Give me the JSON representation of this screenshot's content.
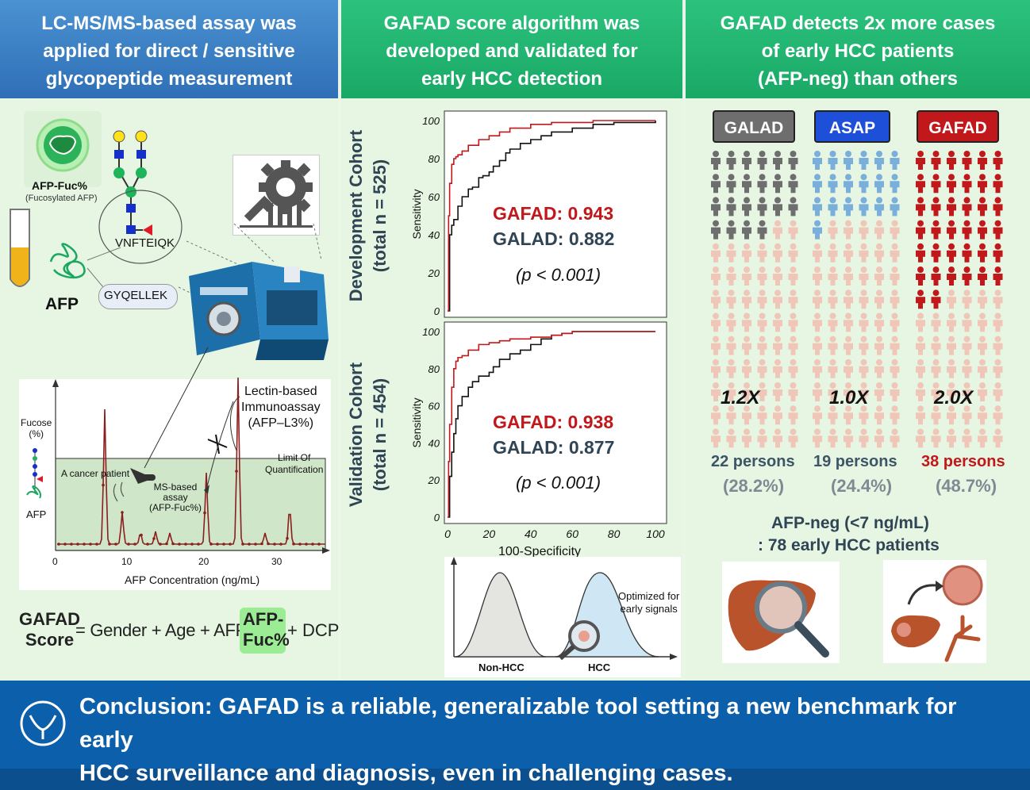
{
  "headers": {
    "panel1": [
      "LC-MS/MS-based assay was",
      "applied for direct / sensitive",
      "glycopeptide measurement"
    ],
    "panel2": [
      "GAFAD score algorithm was",
      "developed and validated for",
      "early HCC detection"
    ],
    "panel3": [
      "GAFAD detects 2x more cases",
      "of early HCC patients",
      "(AFP-neg) than others"
    ]
  },
  "panel1": {
    "afp_fuc_label": "AFP-Fuc%",
    "afp_fuc_sub": "(Fucosylated AFP)",
    "peptide1": "VNFTEIQK",
    "peptide2": "GYQELLEK",
    "afp_label": "AFP",
    "spectrum": {
      "fucose_label": [
        "Fucose",
        "(%)"
      ],
      "afp_small_label": "AFP",
      "lectin_label": [
        "Lectin-based",
        "Immunoassay",
        "(AFP–L3%)"
      ],
      "loq_label": [
        "Limit Of",
        "Quantification"
      ],
      "cancer_label": "A cancer patient",
      "ms_label": [
        "MS-based",
        "assay",
        "(AFP-Fuc%)"
      ],
      "xlabel": "AFP Concentration (ng/mL)",
      "x_ticks": [
        "0",
        "10",
        "20",
        "30"
      ]
    },
    "formula": {
      "lhs": [
        "GAFAD",
        "Score"
      ],
      "rhs_a": "= Gender + Age + AFP +",
      "highlight": [
        "AFP-",
        "Fuc%"
      ],
      "rhs_b": "+ DCP"
    }
  },
  "panel2": {
    "dev_cohort": [
      "Development Cohort",
      "(total n = 525)"
    ],
    "val_cohort": [
      "Validation Cohort",
      "(total n = 454)"
    ],
    "dev_stats": {
      "gafad": "GAFAD: 0.943",
      "galad": "GALAD: 0.882",
      "p": "(p < 0.001)"
    },
    "val_stats": {
      "gafad": "GAFAD: 0.938",
      "galad": "GALAD: 0.877",
      "p": "(p < 0.001)"
    },
    "ylabel": "Sensitivity",
    "xlabel": "100-Specificity",
    "y_ticks": [
      "0",
      "20",
      "40",
      "60",
      "80",
      "100"
    ],
    "x_ticks": [
      "0",
      "20",
      "40",
      "60",
      "80",
      "100"
    ],
    "dist_labels": {
      "non_hcc": "Non-HCC",
      "hcc": "HCC",
      "note": [
        "Optimized for",
        "early signals"
      ]
    }
  },
  "panel3": {
    "groups": [
      {
        "name": "GALAD",
        "mult": "1.2X",
        "count": "22 persons",
        "pct": "(28.2%)",
        "detected": 22
      },
      {
        "name": "ASAP",
        "mult": "1.0X",
        "count": "19 persons",
        "pct": "(24.4%)",
        "detected": 19
      },
      {
        "name": "GAFAD",
        "mult": "2.0X",
        "count": "38 persons",
        "pct": "(48.7%)",
        "detected": 38
      }
    ],
    "afp_neg": [
      "AFP-neg (<7 ng/mL)",
      ": 78 early HCC  patients"
    ]
  },
  "conclusion": [
    "Conclusion: GAFAD is a reliable, generalizable tool setting a new benchmark for early",
    "HCC surveillance and diagnosis, even in challenging cases."
  ],
  "colors": {
    "gafad_red": "#c0181b",
    "galad_gray": "#6e6e6e",
    "asap_blue": "#1e4fd8",
    "person_pale": "#efc6b8",
    "header_blue": "#3a80c6",
    "header_green": "#22b572",
    "footer_blue": "#0c5faa"
  },
  "chart_data": [
    {
      "type": "line",
      "title": "",
      "xlabel": "100-Specificity",
      "ylabel": "Sensitivity",
      "xlim": [
        0,
        100
      ],
      "ylim": [
        0,
        100
      ],
      "series": [
        {
          "name": "GAFAD: 0.943",
          "x": [
            0,
            0.5,
            1,
            2,
            3,
            4,
            5,
            7,
            10,
            15,
            20,
            25,
            30,
            40,
            50,
            60,
            70,
            80,
            100
          ],
          "y": [
            0,
            50,
            67,
            77,
            80,
            81,
            82,
            84,
            87,
            90,
            92,
            94,
            96,
            98,
            99,
            99,
            100,
            100,
            100
          ]
        },
        {
          "name": "GALAD: 0.882",
          "x": [
            0,
            1,
            2,
            3,
            5,
            7,
            10,
            12,
            15,
            17,
            20,
            22,
            25,
            28,
            30,
            35,
            40,
            45,
            50,
            60,
            70,
            80,
            100
          ],
          "y": [
            0,
            40,
            45,
            48,
            55,
            60,
            64,
            65,
            70,
            71,
            73,
            76,
            79,
            83,
            85,
            88,
            90,
            92,
            94,
            96,
            98,
            99,
            100
          ]
        }
      ]
    },
    {
      "type": "line",
      "title": "",
      "xlabel": "100-Specificity",
      "ylabel": "Sensitivity",
      "xlim": [
        0,
        100
      ],
      "ylim": [
        0,
        100
      ],
      "series": [
        {
          "name": "GAFAD: 0.938",
          "x": [
            0,
            0.5,
            1,
            2,
            3,
            4,
            5,
            7,
            10,
            15,
            20,
            25,
            30,
            40,
            50,
            55,
            60,
            70,
            80,
            100
          ],
          "y": [
            0,
            30,
            50,
            70,
            80,
            84,
            86,
            87,
            90,
            93,
            94,
            95,
            96,
            97,
            98,
            99,
            100,
            100,
            100,
            100
          ]
        },
        {
          "name": "GALAD: 0.877",
          "x": [
            0,
            1,
            2,
            3,
            4,
            5,
            7,
            10,
            12,
            15,
            20,
            22,
            25,
            30,
            35,
            40,
            45,
            50,
            55,
            60,
            70,
            80,
            100
          ],
          "y": [
            0,
            22,
            35,
            45,
            53,
            60,
            65,
            70,
            73,
            76,
            78,
            81,
            85,
            88,
            90,
            93,
            96,
            98,
            99,
            100,
            100,
            100,
            100
          ]
        }
      ]
    }
  ]
}
